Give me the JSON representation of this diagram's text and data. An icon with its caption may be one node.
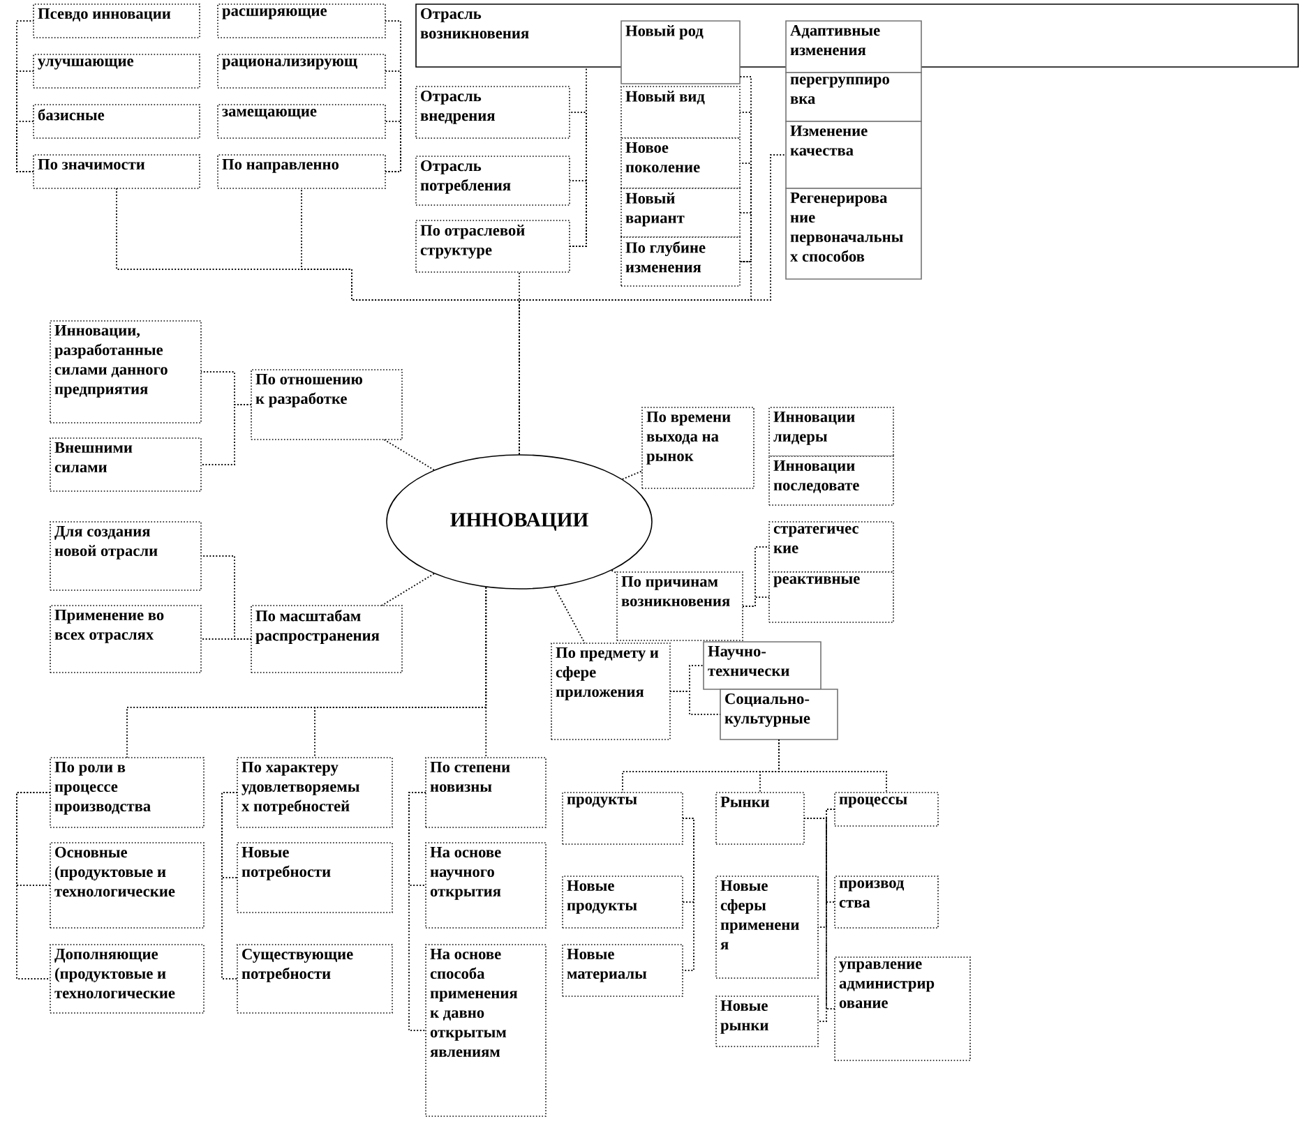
{
  "diagram": {
    "nodes": [
      {
        "text": [
          "Псевдо инновации"
        ]
      },
      {
        "text": [
          "расширяющие"
        ]
      },
      {
        "text": [
          "Отрасль возникновения"
        ]
      },
      {
        "text": [
          "Новый род"
        ]
      },
      {
        "text": [
          "Адаптивные изменения"
        ]
      },
      {
        "text": [
          "улучшающие"
        ]
      },
      {
        "text": [
          "рационализирующ"
        ]
      },
      {
        "text": [
          "перегруппиро вка"
        ]
      },
      {
        "text": [
          "Отрасль внедрения"
        ]
      },
      {
        "text": [
          "Новый вид"
        ]
      },
      {
        "text": [
          "базисные"
        ]
      },
      {
        "text": [
          "замещающие"
        ]
      },
      {
        "text": [
          "Изменение качества"
        ]
      },
      {
        "text": [
          "Новое поколение"
        ]
      },
      {
        "text": [
          "По значимости"
        ]
      },
      {
        "text": [
          "По направленно"
        ]
      },
      {
        "text": [
          "Отрасль потребления"
        ]
      },
      {
        "text": [
          "Новый вариант"
        ]
      },
      {
        "text": [
          "Регенерирова ние первоначальны х способов"
        ]
      },
      {
        "text": [
          "По отраслевой структуре"
        ]
      },
      {
        "text": [
          "По глубине изменения"
        ]
      },
      {
        "text": [
          "Инновации, разработанные силами данного предприятия"
        ]
      },
      {
        "text": [
          "По отношению к разработке"
        ]
      },
      {
        "text": [
          "По времени выхода на рынок"
        ]
      },
      {
        "text": [
          "Инновации лидеры"
        ]
      },
      {
        "text": [
          "Внешними силами"
        ]
      },
      {
        "text": [
          "ИННОВАЦИИ"
        ]
      },
      {
        "text": [
          "Инновации последовате"
        ]
      },
      {
        "text": [
          "Для создания новой отрасли"
        ]
      },
      {
        "text": [
          "стратегичес кие"
        ]
      },
      {
        "text": [
          "По причинам возникновения"
        ]
      },
      {
        "text": [
          "реактивные"
        ]
      },
      {
        "text": [
          "Применение во всех отраслях"
        ]
      },
      {
        "text": [
          "По масштабам распространения"
        ]
      },
      {
        "text": [
          "По предмету и сфере приложения"
        ]
      },
      {
        "text": [
          "Научно-технически"
        ]
      },
      {
        "text": [
          "Социально-культурные"
        ]
      },
      {
        "text": [
          "По роли в процессе производства"
        ]
      },
      {
        "text": [
          "По характеру удовлетворяемы х потребностей"
        ]
      },
      {
        "text": [
          "По степени новизны"
        ]
      },
      {
        "text": [
          "продукты"
        ]
      },
      {
        "text": [
          "Рынки"
        ]
      },
      {
        "text": [
          "процессы"
        ]
      },
      {
        "text": [
          "Основные (продуктовые и технологические"
        ]
      },
      {
        "text": [
          "Новые потребности"
        ]
      },
      {
        "text": [
          "На основе научного открытия"
        ]
      },
      {
        "text": [
          "Новые продукты"
        ]
      },
      {
        "text": [
          "Новые сферы применени я"
        ]
      },
      {
        "text": [
          "производ ства"
        ]
      },
      {
        "text": [
          "Дополняющие (продуктовые и технологические"
        ]
      },
      {
        "text": [
          "Существующие потребности"
        ]
      },
      {
        "text": [
          "На основе способа применения к давно открытым явлениям"
        ]
      },
      {
        "text": [
          "Новые материалы"
        ]
      },
      {
        "text": [
          "управление администрир ование"
        ]
      },
      {
        "text": [
          "Новые рынки"
        ]
      }
    ],
    "edges": [
      {
        "from": 26,
        "to": 14,
        "arrow": "none"
      },
      {
        "from": 26,
        "to": 15,
        "arrow": "none"
      },
      {
        "from": 26,
        "to": 19,
        "arrow": "none"
      },
      {
        "from": 26,
        "to": 20,
        "arrow": "none"
      },
      {
        "from": 26,
        "to": 12,
        "arrow": "none"
      },
      {
        "from": 14,
        "to": 0,
        "arrow": "none"
      },
      {
        "from": 14,
        "to": 5,
        "arrow": "none"
      },
      {
        "from": 14,
        "to": 10,
        "arrow": "none"
      },
      {
        "from": 15,
        "to": 1,
        "arrow": "none"
      },
      {
        "from": 15,
        "to": 6,
        "arrow": "none"
      },
      {
        "from": 15,
        "to": 11,
        "arrow": "none"
      },
      {
        "from": 19,
        "to": 2,
        "arrow": "none"
      },
      {
        "from": 19,
        "to": 8,
        "arrow": "none"
      },
      {
        "from": 19,
        "to": 16,
        "arrow": "none"
      },
      {
        "from": 20,
        "to": 3,
        "arrow": "none"
      },
      {
        "from": 20,
        "to": 9,
        "arrow": "none"
      },
      {
        "from": 20,
        "to": 13,
        "arrow": "none"
      },
      {
        "from": 20,
        "to": 17,
        "arrow": "none"
      },
      {
        "from": 26,
        "to": 22,
        "arrow": "none"
      },
      {
        "from": 22,
        "to": 21,
        "arrow": "none"
      },
      {
        "from": 22,
        "to": 25,
        "arrow": "none"
      },
      {
        "from": 26,
        "to": 33,
        "arrow": "none"
      },
      {
        "from": 33,
        "to": 28,
        "arrow": "none"
      },
      {
        "from": 33,
        "to": 32,
        "arrow": "none"
      },
      {
        "from": 26,
        "to": 23,
        "arrow": "none"
      },
      {
        "from": 26,
        "to": 30,
        "arrow": "none"
      },
      {
        "from": 30,
        "to": 29,
        "arrow": "none"
      },
      {
        "from": 30,
        "to": 31,
        "arrow": "none"
      },
      {
        "from": 26,
        "to": 34,
        "arrow": "none"
      },
      {
        "from": 34,
        "to": 35,
        "arrow": "none"
      },
      {
        "from": 34,
        "to": 36,
        "arrow": "none"
      },
      {
        "from": 36,
        "to": 40,
        "arrow": "none"
      },
      {
        "from": 36,
        "to": 41,
        "arrow": "none"
      },
      {
        "from": 36,
        "to": 42,
        "arrow": "none"
      },
      {
        "from": 40,
        "to": 46,
        "arrow": "none"
      },
      {
        "from": 40,
        "to": 52,
        "arrow": "none"
      },
      {
        "from": 41,
        "to": 47,
        "arrow": "none"
      },
      {
        "from": 41,
        "to": 54,
        "arrow": "none"
      },
      {
        "from": 42,
        "to": 48,
        "arrow": "none"
      },
      {
        "from": 42,
        "to": 53,
        "arrow": "none"
      },
      {
        "from": 26,
        "to": 37,
        "arrow": "none"
      },
      {
        "from": 26,
        "to": 38,
        "arrow": "none"
      },
      {
        "from": 26,
        "to": 39,
        "arrow": "none"
      },
      {
        "from": 37,
        "to": 43,
        "arrow": "none"
      },
      {
        "from": 37,
        "to": 49,
        "arrow": "none"
      },
      {
        "from": 38,
        "to": 44,
        "arrow": "none"
      },
      {
        "from": 38,
        "to": 50,
        "arrow": "none"
      },
      {
        "from": 39,
        "to": 45,
        "arrow": "none"
      },
      {
        "from": 39,
        "to": 51,
        "arrow": "none"
      }
    ]
  }
}
